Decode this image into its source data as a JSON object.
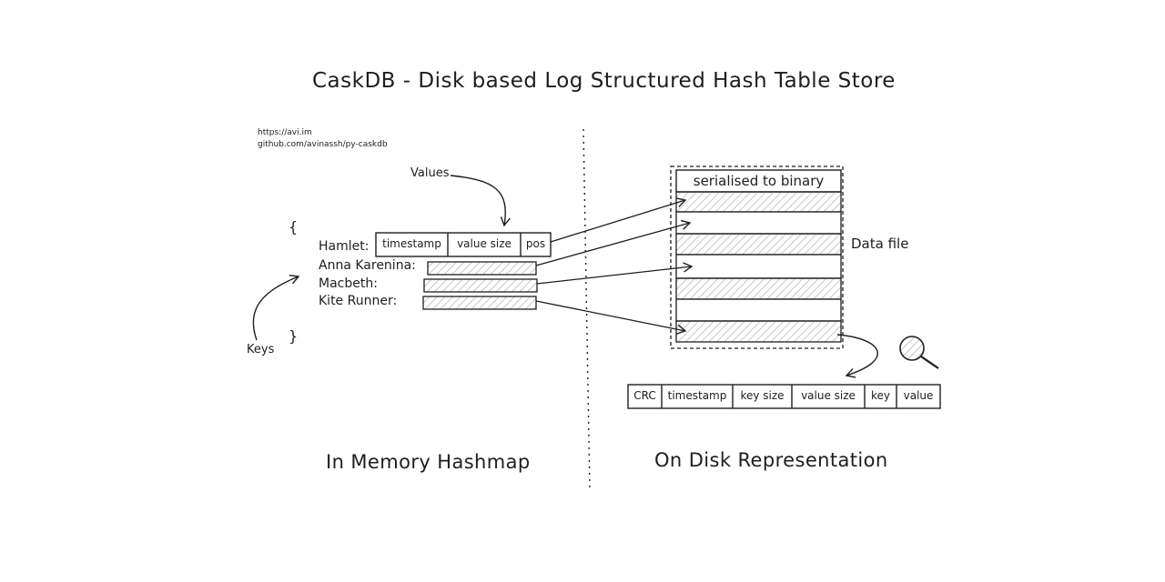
{
  "title": "CaskDB - Disk based Log Structured Hash Table Store",
  "links": {
    "site": "https://avi.im",
    "repo": "github.com/avinassh/py-caskdb"
  },
  "memory": {
    "values_label": "Values",
    "keys_label": "Keys",
    "open_brace": "{",
    "close_brace": "}",
    "keys": [
      "Hamlet:",
      "Anna Karenina:",
      "Macbeth:",
      "Kite Runner:"
    ],
    "entry_fields": [
      "timestamp",
      "value size",
      "pos"
    ],
    "section_label": "In Memory Hashmap"
  },
  "disk": {
    "header": "serialised to binary",
    "data_file_label": "Data file",
    "record_fields": [
      "CRC",
      "timestamp",
      "key size",
      "value size",
      "key",
      "value"
    ],
    "section_label": "On Disk Representation"
  }
}
